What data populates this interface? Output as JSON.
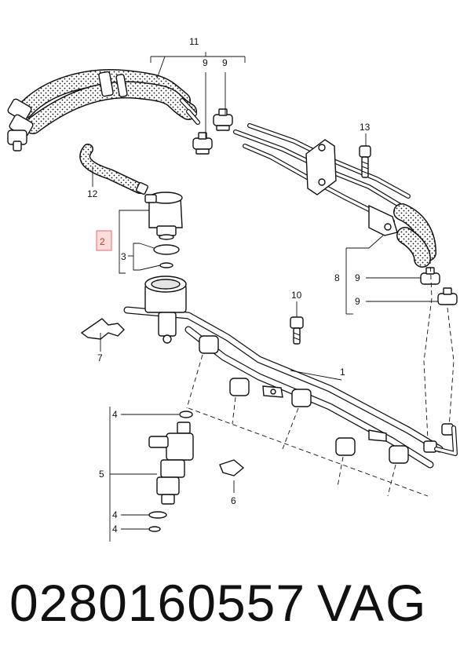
{
  "diagram": {
    "callouts": {
      "c1": "1",
      "c2": "2",
      "c3": "3",
      "c4a": "4",
      "c4b": "4",
      "c4c": "4",
      "c5": "5",
      "c6": "6",
      "c7": "7",
      "c8": "8",
      "c9a": "9",
      "c9b": "9",
      "c9c": "9",
      "c9d": "9",
      "c10": "10",
      "c11": "11",
      "c12": "12",
      "c13": "13"
    },
    "highlighted_callout": "2",
    "highlight_color": "#fbdcdc"
  },
  "footer": {
    "part_number": "0280160557",
    "brand": "VAG"
  }
}
